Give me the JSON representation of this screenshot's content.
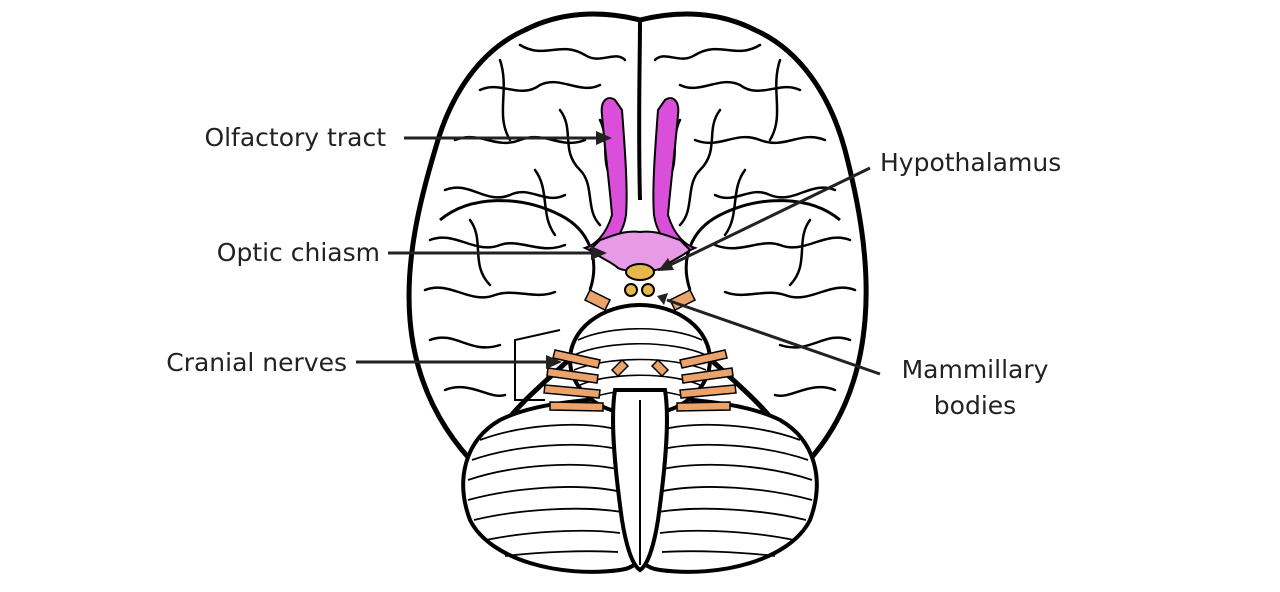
{
  "labels": {
    "olfactory_tract": "Olfactory tract",
    "optic_chiasm": "Optic chiasm",
    "cranial_nerves": "Cranial nerves",
    "hypothalamus": "Hypothalamus",
    "mammillary_line1": "Mammillary",
    "mammillary_line2": "bodies"
  },
  "colors": {
    "outline": "#000000",
    "fill": "#ffffff",
    "olfactory": "#d94fd9",
    "chiasm": "#e79be7",
    "hypothalamus": "#e6b84c",
    "nerves": "#e9a36b",
    "text": "#222222"
  }
}
